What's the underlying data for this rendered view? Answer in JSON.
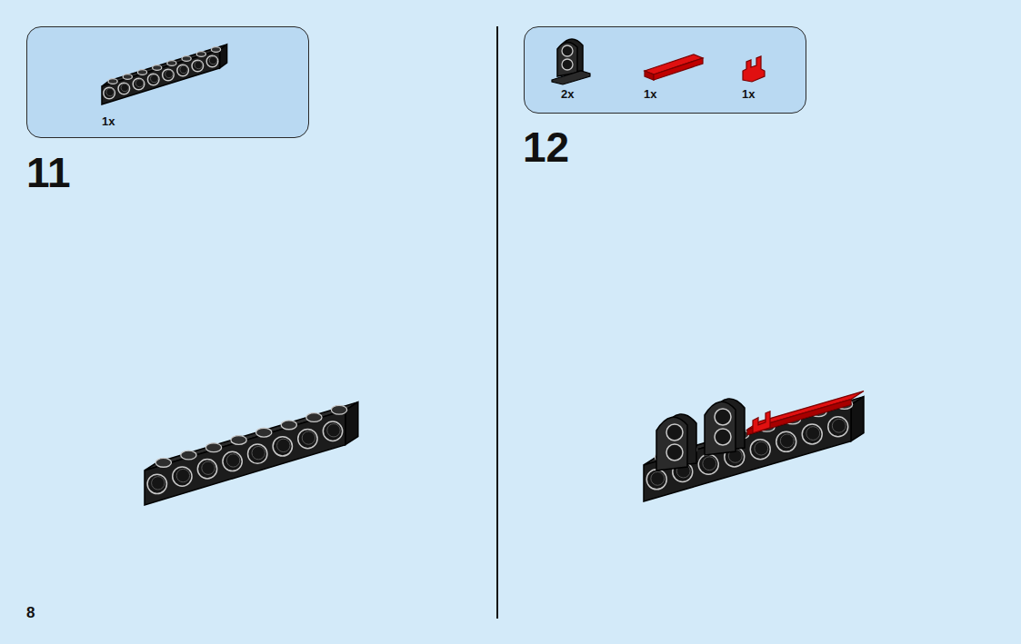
{
  "diagram": {
    "nodes": [
      {
        "text": [
          "1x"
        ]
      },
      {
        "text": [
          "2x",
          "1x",
          "1x"
        ]
      }
    ],
    "labels": [
      "11",
      "12",
      "8"
    ]
  }
}
